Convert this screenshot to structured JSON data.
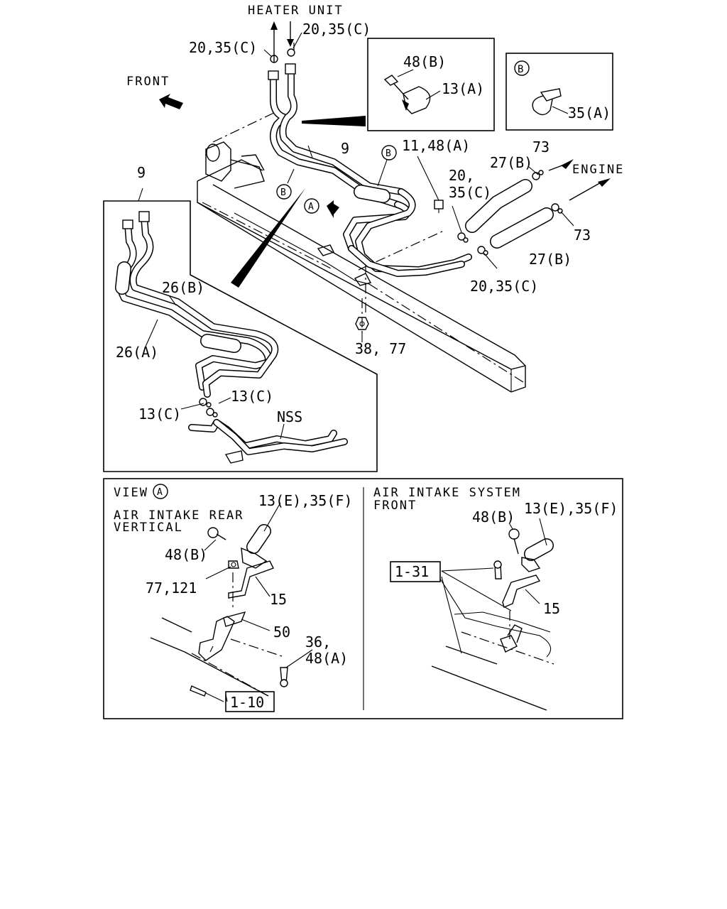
{
  "labels": {
    "heater_unit": "HEATER UNIT",
    "front": "FRONT",
    "engine": "ENGINE",
    "clamp_top_left": "20,35(C)",
    "clamp_top_right": "20,35(C)",
    "p48b_top": "48(B)",
    "p13a": "13(A)",
    "callout_b_header": "B",
    "p35a": "35(A)",
    "p9_main": "9",
    "p9_inset": "9",
    "p11_48a": "11,48(A)",
    "p27b_upper": "27(B)",
    "p73_upper": "73",
    "p20_35c_mid_a": "20,",
    "p20_35c_mid_b": "35(C)",
    "p73_lower": "73",
    "p27b_lower": "27(B)",
    "p20_35c_lower": "20,35(C)",
    "p38_77": "38, 77",
    "p26b": "26(B)",
    "p26a": "26(A)",
    "p13c_right": "13(C)",
    "p13c_left": "13(C)",
    "nss": "NSS",
    "marker_a_main": "A",
    "marker_b_main": "B",
    "marker_b_top": "B",
    "view_a": "VIEW",
    "view_a_marker": "A",
    "air_rear_1": "AIR INTAKE REAR",
    "air_rear_2": "VERTICAL",
    "p13e_left": "13(E),35(F)",
    "p48b_left": "48(B)",
    "p77_121": "77,121",
    "p15_left": "15",
    "p50": "50",
    "p36_a": "36,",
    "p36_b": "48(A)",
    "ref_1_10": "1-10",
    "air_front_1": "AIR INTAKE SYSTEM",
    "air_front_2": "FRONT",
    "p48b_right": "48(B)",
    "p13e_right": "13(E),35(F)",
    "ref_1_31": "1-31",
    "p15_right": "15"
  }
}
